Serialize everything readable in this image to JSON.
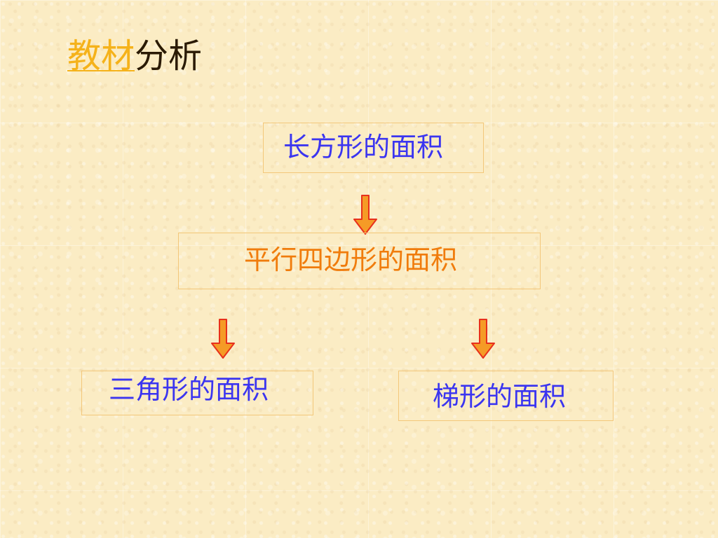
{
  "title": {
    "highlight": "教材",
    "rest": "分析"
  },
  "boxes": {
    "rectangle": "长方形的面积",
    "parallelogram": "平行四边形的面积",
    "triangle": "三角形的面积",
    "trapezoid": "梯形的面积"
  },
  "colors": {
    "background": "#fbecc4",
    "box_border": "#f3c77a",
    "blue_text": "#3b35f0",
    "orange_text": "#f07c0c",
    "title_highlight": "#f5b21a",
    "title_dark": "#2a1a04",
    "arrow_fill": "#f59b26",
    "arrow_stroke": "#e8301c"
  },
  "icons": [
    "down-arrow-icon"
  ]
}
